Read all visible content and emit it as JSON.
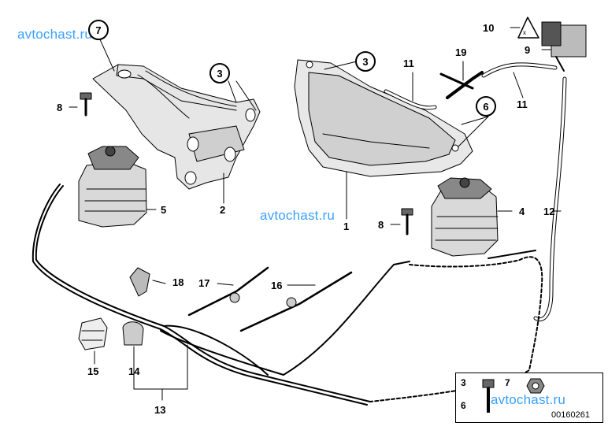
{
  "watermark": "avtochast.ru",
  "diagram_code": "00160261",
  "callouts": {
    "p1": "1",
    "p2": "2",
    "p3a": "3",
    "p3b": "3",
    "p4": "4",
    "p5": "5",
    "p6": "6",
    "p7": "7",
    "p8a": "8",
    "p8b": "8",
    "p9": "9",
    "p10": "10",
    "p11a": "11",
    "p11b": "11",
    "p12": "12",
    "p13": "13",
    "p14": "14",
    "p15": "15",
    "p16": "16",
    "p17": "17",
    "p18": "18",
    "p19": "19"
  },
  "legend": {
    "n3": "3",
    "n6": "6",
    "n7": "7"
  },
  "colors": {
    "watermark": "#3aa0ff",
    "line": "#000000",
    "part_fill": "#d9d9d9",
    "part_dark": "#555555"
  }
}
